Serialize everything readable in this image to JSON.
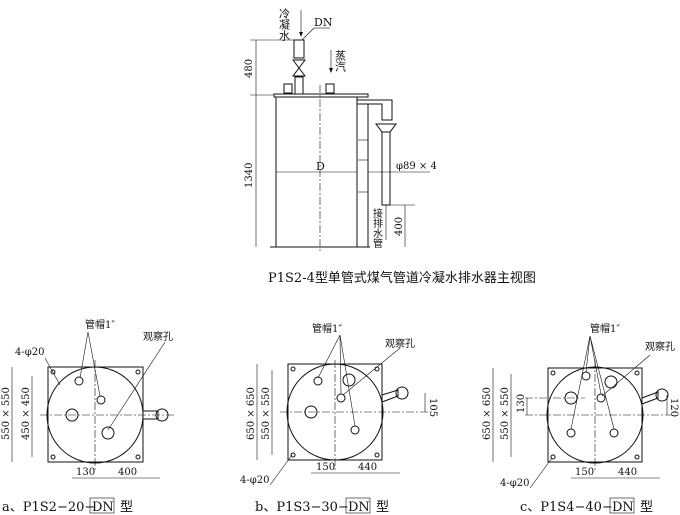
{
  "front_view": {
    "condensate_label": "冷凝水",
    "dn_label": "DN",
    "steam_label": "蒸汽",
    "dim_top": "480",
    "dim_height": "1340",
    "diameter_label": "D",
    "pipe_label": "φ89 × 4",
    "drain_label": "接排水管",
    "dim_drain": "400",
    "caption": "P1S2-4型单管式煤气管道冷凝水排水器主视图"
  },
  "plans": [
    {
      "hole_label": "4-φ20",
      "cap_label": "管帽1″",
      "sight_label": "观察孔",
      "dim_outer": "550 × 550",
      "dim_inner": "450 × 450",
      "dim_a": "130",
      "dim_b": "400",
      "caption_prefix": "a、P1S2−20−",
      "caption_box": "DN",
      "caption_suffix": "型"
    },
    {
      "hole_label": "4-φ20",
      "cap_label": "管帽1″",
      "sight_label": "观察孔",
      "dim_outer": "650 × 650",
      "dim_inner": "550 × 550",
      "dim_side": "105",
      "dim_a": "150",
      "dim_b": "440",
      "caption_prefix": "b、P1S3−30−",
      "caption_box": "DN",
      "caption_suffix": "型"
    },
    {
      "hole_label": "4-φ20",
      "cap_label": "管帽1″",
      "sight_label": "观察孔",
      "dim_outer": "650 × 650",
      "dim_inner": "550 × 550",
      "dim_offset": "130",
      "dim_side": "120",
      "dim_a": "150",
      "dim_b": "440",
      "caption_prefix": "c、P1S4−40−",
      "caption_box": "DN",
      "caption_suffix": "型"
    }
  ]
}
